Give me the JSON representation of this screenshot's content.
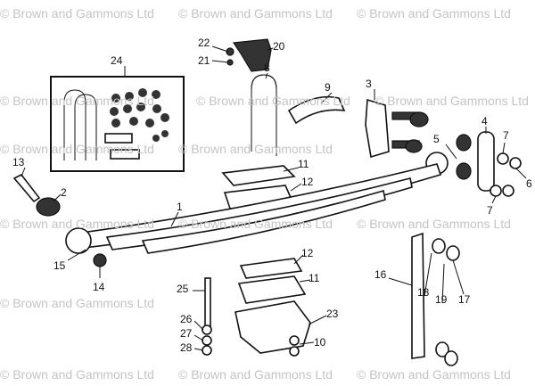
{
  "watermark": "© Brown and Gammons Ltd",
  "callouts": [
    "1",
    "2",
    "3",
    "4",
    "5",
    "6",
    "7",
    "7",
    "8",
    "9",
    "10",
    "11",
    "11",
    "12",
    "12",
    "13",
    "14",
    "15",
    "16",
    "17",
    "18",
    "19",
    "20",
    "21",
    "22",
    "23",
    "24",
    "25",
    "26",
    "27",
    "28"
  ]
}
